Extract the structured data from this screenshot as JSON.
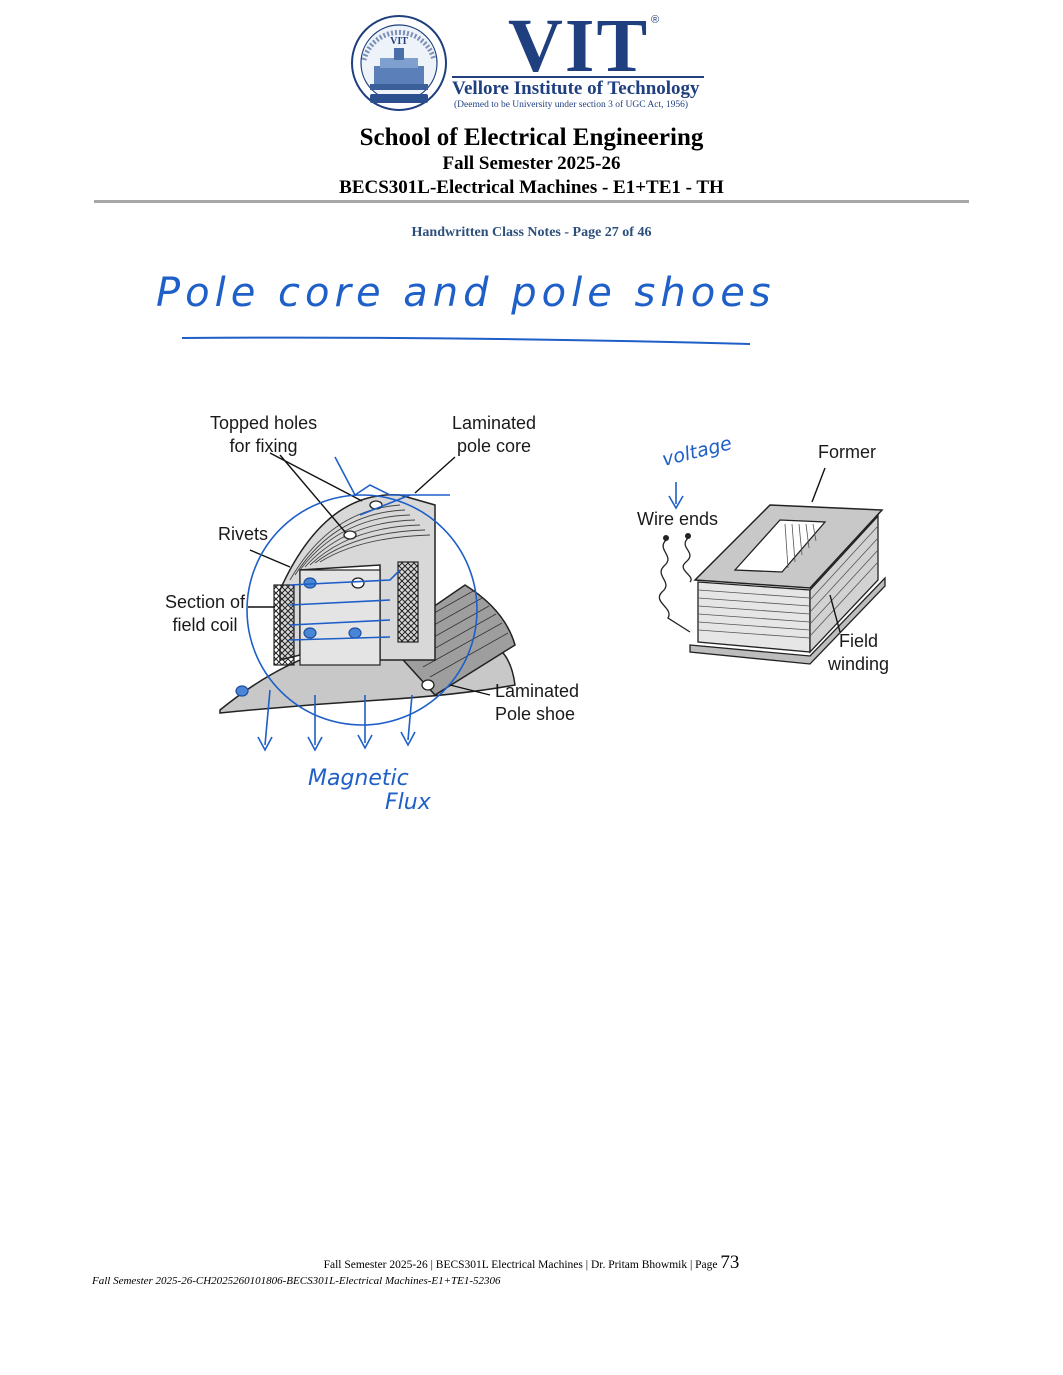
{
  "logo": {
    "seal_text": "VIT",
    "word": "VIT",
    "registered": "®",
    "institute": "Vellore Institute of Technology",
    "deemed": "(Deemed to be University under section 3 of UGC Act, 1956)"
  },
  "header": {
    "school": "School of Electrical Engineering",
    "semester": "Fall Semester 2025-26",
    "course": "BECS301L-Electrical Machines - E1+TE1 - TH",
    "notes_label": "Handwritten Class Notes - Page 27 of 46"
  },
  "handwritten": {
    "title": "Pole core and pole shoes",
    "voltage": "voltage",
    "magnetic": "Magnetic",
    "flux": "Flux"
  },
  "figure_left": {
    "labels": {
      "topped_holes": "Topped holes\nfor fixing",
      "laminated_core": "Laminated\npole core",
      "rivets": "Rivets",
      "section": "Section of\nfield coil",
      "pole_shoe": "Laminated\nPole shoe"
    }
  },
  "figure_right": {
    "labels": {
      "former": "Former",
      "wire_ends": "Wire ends",
      "field_winding": "Field\nwinding"
    }
  },
  "footer": {
    "text": "Fall Semester 2025-26 | BECS301L Electrical Machines | Dr. Pritam Bhowmik | Page",
    "page_number": "73",
    "id_line": "Fall Semester 2025-26-CH2025260101806-BECS301L-Electrical Machines-E1+TE1-52306"
  },
  "colors": {
    "brand": "#1f3f7f",
    "ink": "#1e5fc8",
    "rule": "#a8a8a8"
  }
}
